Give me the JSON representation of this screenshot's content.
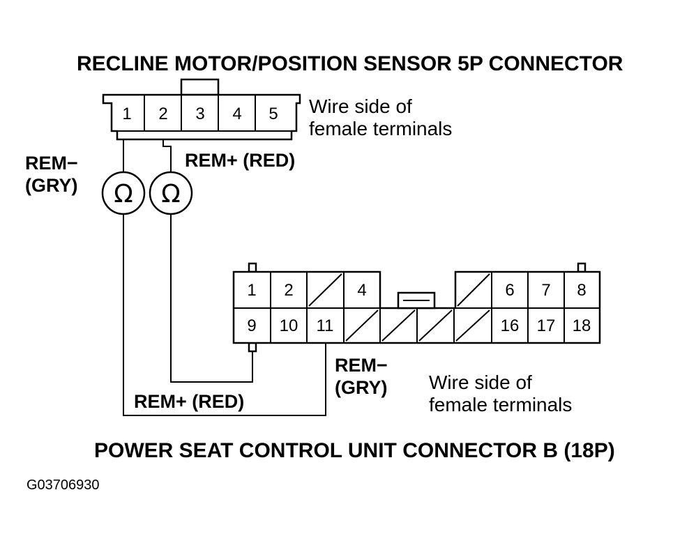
{
  "connector_top": {
    "title": "RECLINE MOTOR/POSITION SENSOR 5P CONNECTOR",
    "pins": [
      "1",
      "2",
      "3",
      "4",
      "5"
    ],
    "note_line1": "Wire side of",
    "note_line2": "female terminals"
  },
  "meters": {
    "left_label_line1": "REM−",
    "left_label_line2": "(GRY)",
    "right_label": "REM+ (RED)",
    "symbol": "Ω"
  },
  "connector_bottom": {
    "title": "POWER SEAT CONTROL UNIT CONNECTOR B (18P)",
    "row1_pins": [
      "1",
      "2",
      "4",
      "6",
      "7",
      "8"
    ],
    "row2_pins": [
      "9",
      "10",
      "11",
      "16",
      "17",
      "18"
    ],
    "rem_gry_line1": "REM−",
    "rem_gry_line2": "(GRY)",
    "rem_red": "REM+ (RED)",
    "note_line1": "Wire side of",
    "note_line2": "female terminals"
  },
  "figure_code": "G03706930"
}
